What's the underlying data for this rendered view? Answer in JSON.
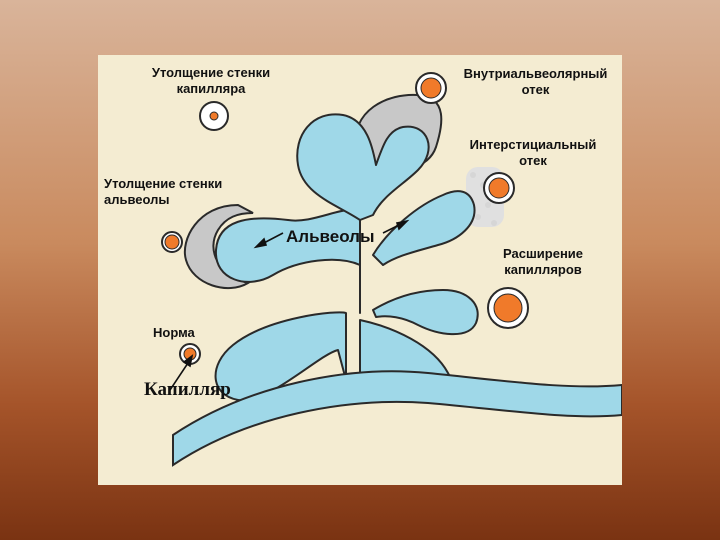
{
  "labels": {
    "capillary_wall_thickening": "Утолщение стенки\nкапилляра",
    "intraalveolar_edema": "Внутриальвеолярный\nотек",
    "interstitial_edema": "Интерстициальный\nотек",
    "alveolar_wall_thickening": "Утолщение стенки\nальвеолы",
    "alveoli": "Альвеолы",
    "capillary_dilation": "Расширение\nкапилляров",
    "norm": "Норма",
    "capillary": "Капилляр"
  },
  "colors": {
    "alveolus_fill": "#9fd8e8",
    "capillary_core": "#f07a2a",
    "wall_gray": "#c8c8c8",
    "outline": "#2a2a2a"
  }
}
